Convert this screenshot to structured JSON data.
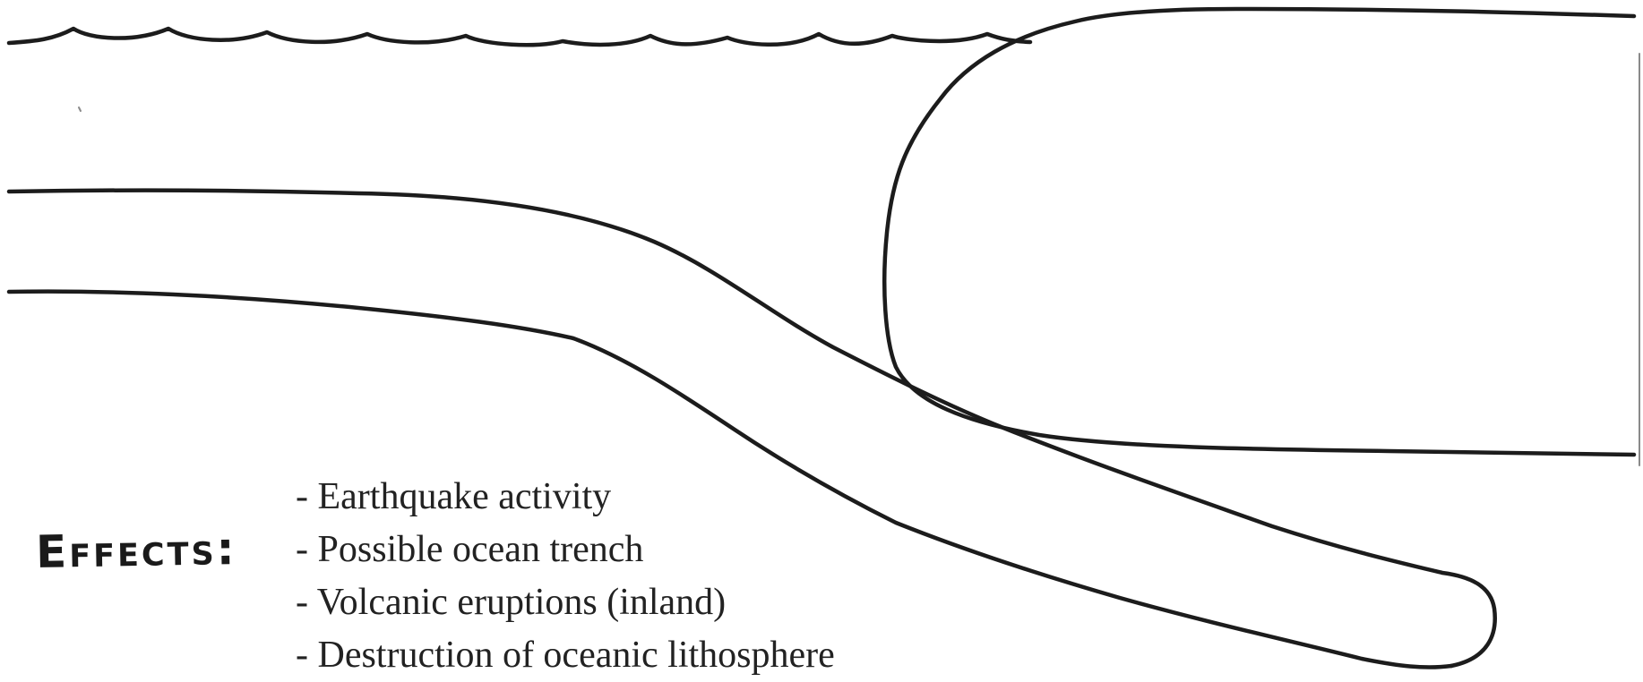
{
  "diagram": {
    "heading": "Effects:",
    "effects": [
      "- Earthquake activity",
      "- Possible ocean trench",
      "- Volcanic eruptions (inland)",
      "- Destruction of oceanic lithosphere"
    ]
  },
  "colors": {
    "line": "#1c1c1c",
    "text": "#222222",
    "background": "#ffffff"
  }
}
